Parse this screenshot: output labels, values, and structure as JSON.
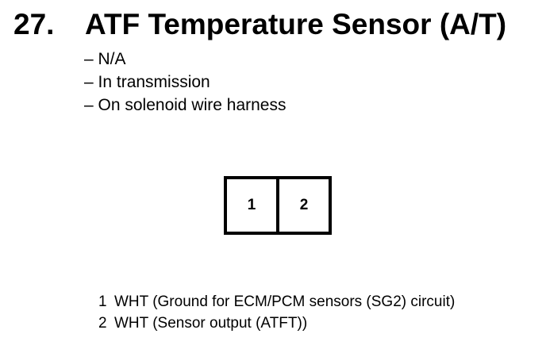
{
  "heading": {
    "number": "27.",
    "title": "ATF Temperature Sensor (A/T)"
  },
  "info": [
    "– N/A",
    "– In transmission",
    "– On solenoid wire harness"
  ],
  "connector": {
    "pins": [
      "1",
      "2"
    ]
  },
  "pin_legend": [
    {
      "pin": "1",
      "description": "WHT (Ground for ECM/PCM sensors (SG2) circuit)"
    },
    {
      "pin": "2",
      "description": "WHT (Sensor output (ATFT))"
    }
  ]
}
